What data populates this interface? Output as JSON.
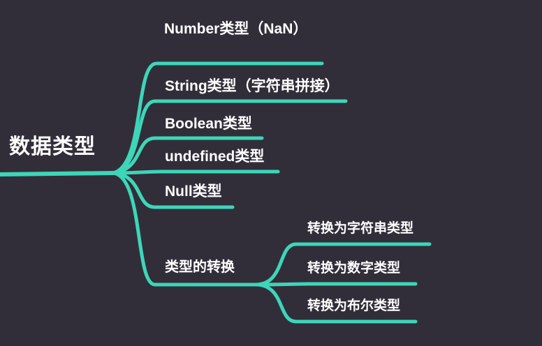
{
  "canvas": {
    "background_color": "#322e39",
    "branch_color": "#3dd6b9",
    "text_color": "#ffffff"
  },
  "mindmap": {
    "root": {
      "label": "数据类型"
    },
    "level1": [
      {
        "label": "Number类型（NaN）"
      },
      {
        "label": "String类型（字符串拼接）"
      },
      {
        "label": "Boolean类型"
      },
      {
        "label": "undefined类型"
      },
      {
        "label": "Null类型"
      },
      {
        "label": "类型的转换"
      }
    ],
    "level2": [
      {
        "label": "转换为字符串类型"
      },
      {
        "label": "转换为数字类型"
      },
      {
        "label": "转换为布尔类型"
      }
    ]
  }
}
